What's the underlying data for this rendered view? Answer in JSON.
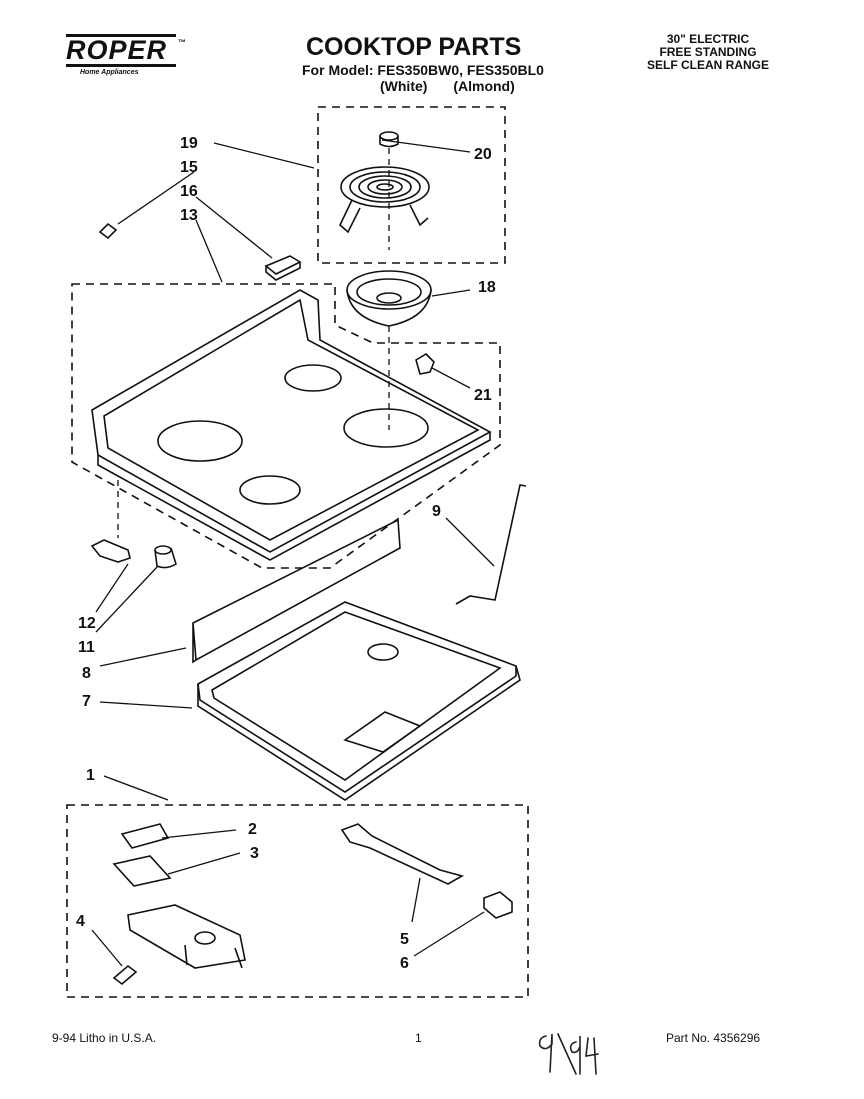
{
  "header": {
    "brand": "ROPER",
    "brand_tagline": "Home Appliances",
    "title": "COOKTOP PARTS",
    "model_line": "For Model: FES350BW0, FES350BL0",
    "color_white": "(White)",
    "color_almond": "(Almond)",
    "product_line1": "30\" ELECTRIC",
    "product_line2": "FREE STANDING",
    "product_line3": "SELF CLEAN RANGE"
  },
  "callouts": {
    "c1": "1",
    "c2": "2",
    "c3": "3",
    "c4": "4",
    "c5": "5",
    "c6": "6",
    "c7": "7",
    "c8": "8",
    "c9": "9",
    "c11": "11",
    "c12": "12",
    "c13": "13",
    "c15": "15",
    "c16": "16",
    "c18": "18",
    "c19": "19",
    "c20": "20",
    "c21": "21"
  },
  "footer": {
    "date_print": "9-94  Litho in U.S.A.",
    "page": "1",
    "part_no": "Part No.  4356296",
    "handwritten_note": "9/94"
  }
}
